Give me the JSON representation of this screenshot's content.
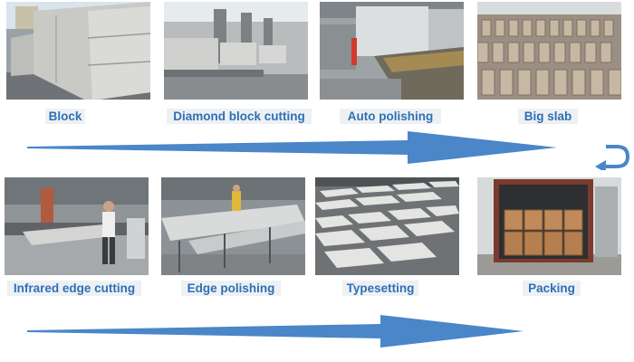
{
  "steps": [
    {
      "label": "Block",
      "image": "photo-stone-blocks-yard"
    },
    {
      "label": "Diamond block cutting",
      "image": "photo-block-cutting-machines"
    },
    {
      "label": "Auto polishing",
      "image": "photo-polishing-line"
    },
    {
      "label": "Big slab",
      "image": "photo-stacked-slabs"
    },
    {
      "label": "Infrared edge cutting",
      "image": "photo-edge-cutting-worker"
    },
    {
      "label": "Edge polishing",
      "image": "photo-edge-polishing-tables"
    },
    {
      "label": "Typesetting",
      "image": "photo-tiles-laid-on-floor"
    },
    {
      "label": "Packing",
      "image": "photo-container-with-crates"
    }
  ],
  "colors": {
    "arrow": "#4a86c8",
    "caption_text": "#2f6fb5",
    "caption_bg": "#eef1f4"
  },
  "icons": {
    "flow_arrow": "arrow-right-icon",
    "turn_arrow": "u-turn-arrow-icon"
  }
}
